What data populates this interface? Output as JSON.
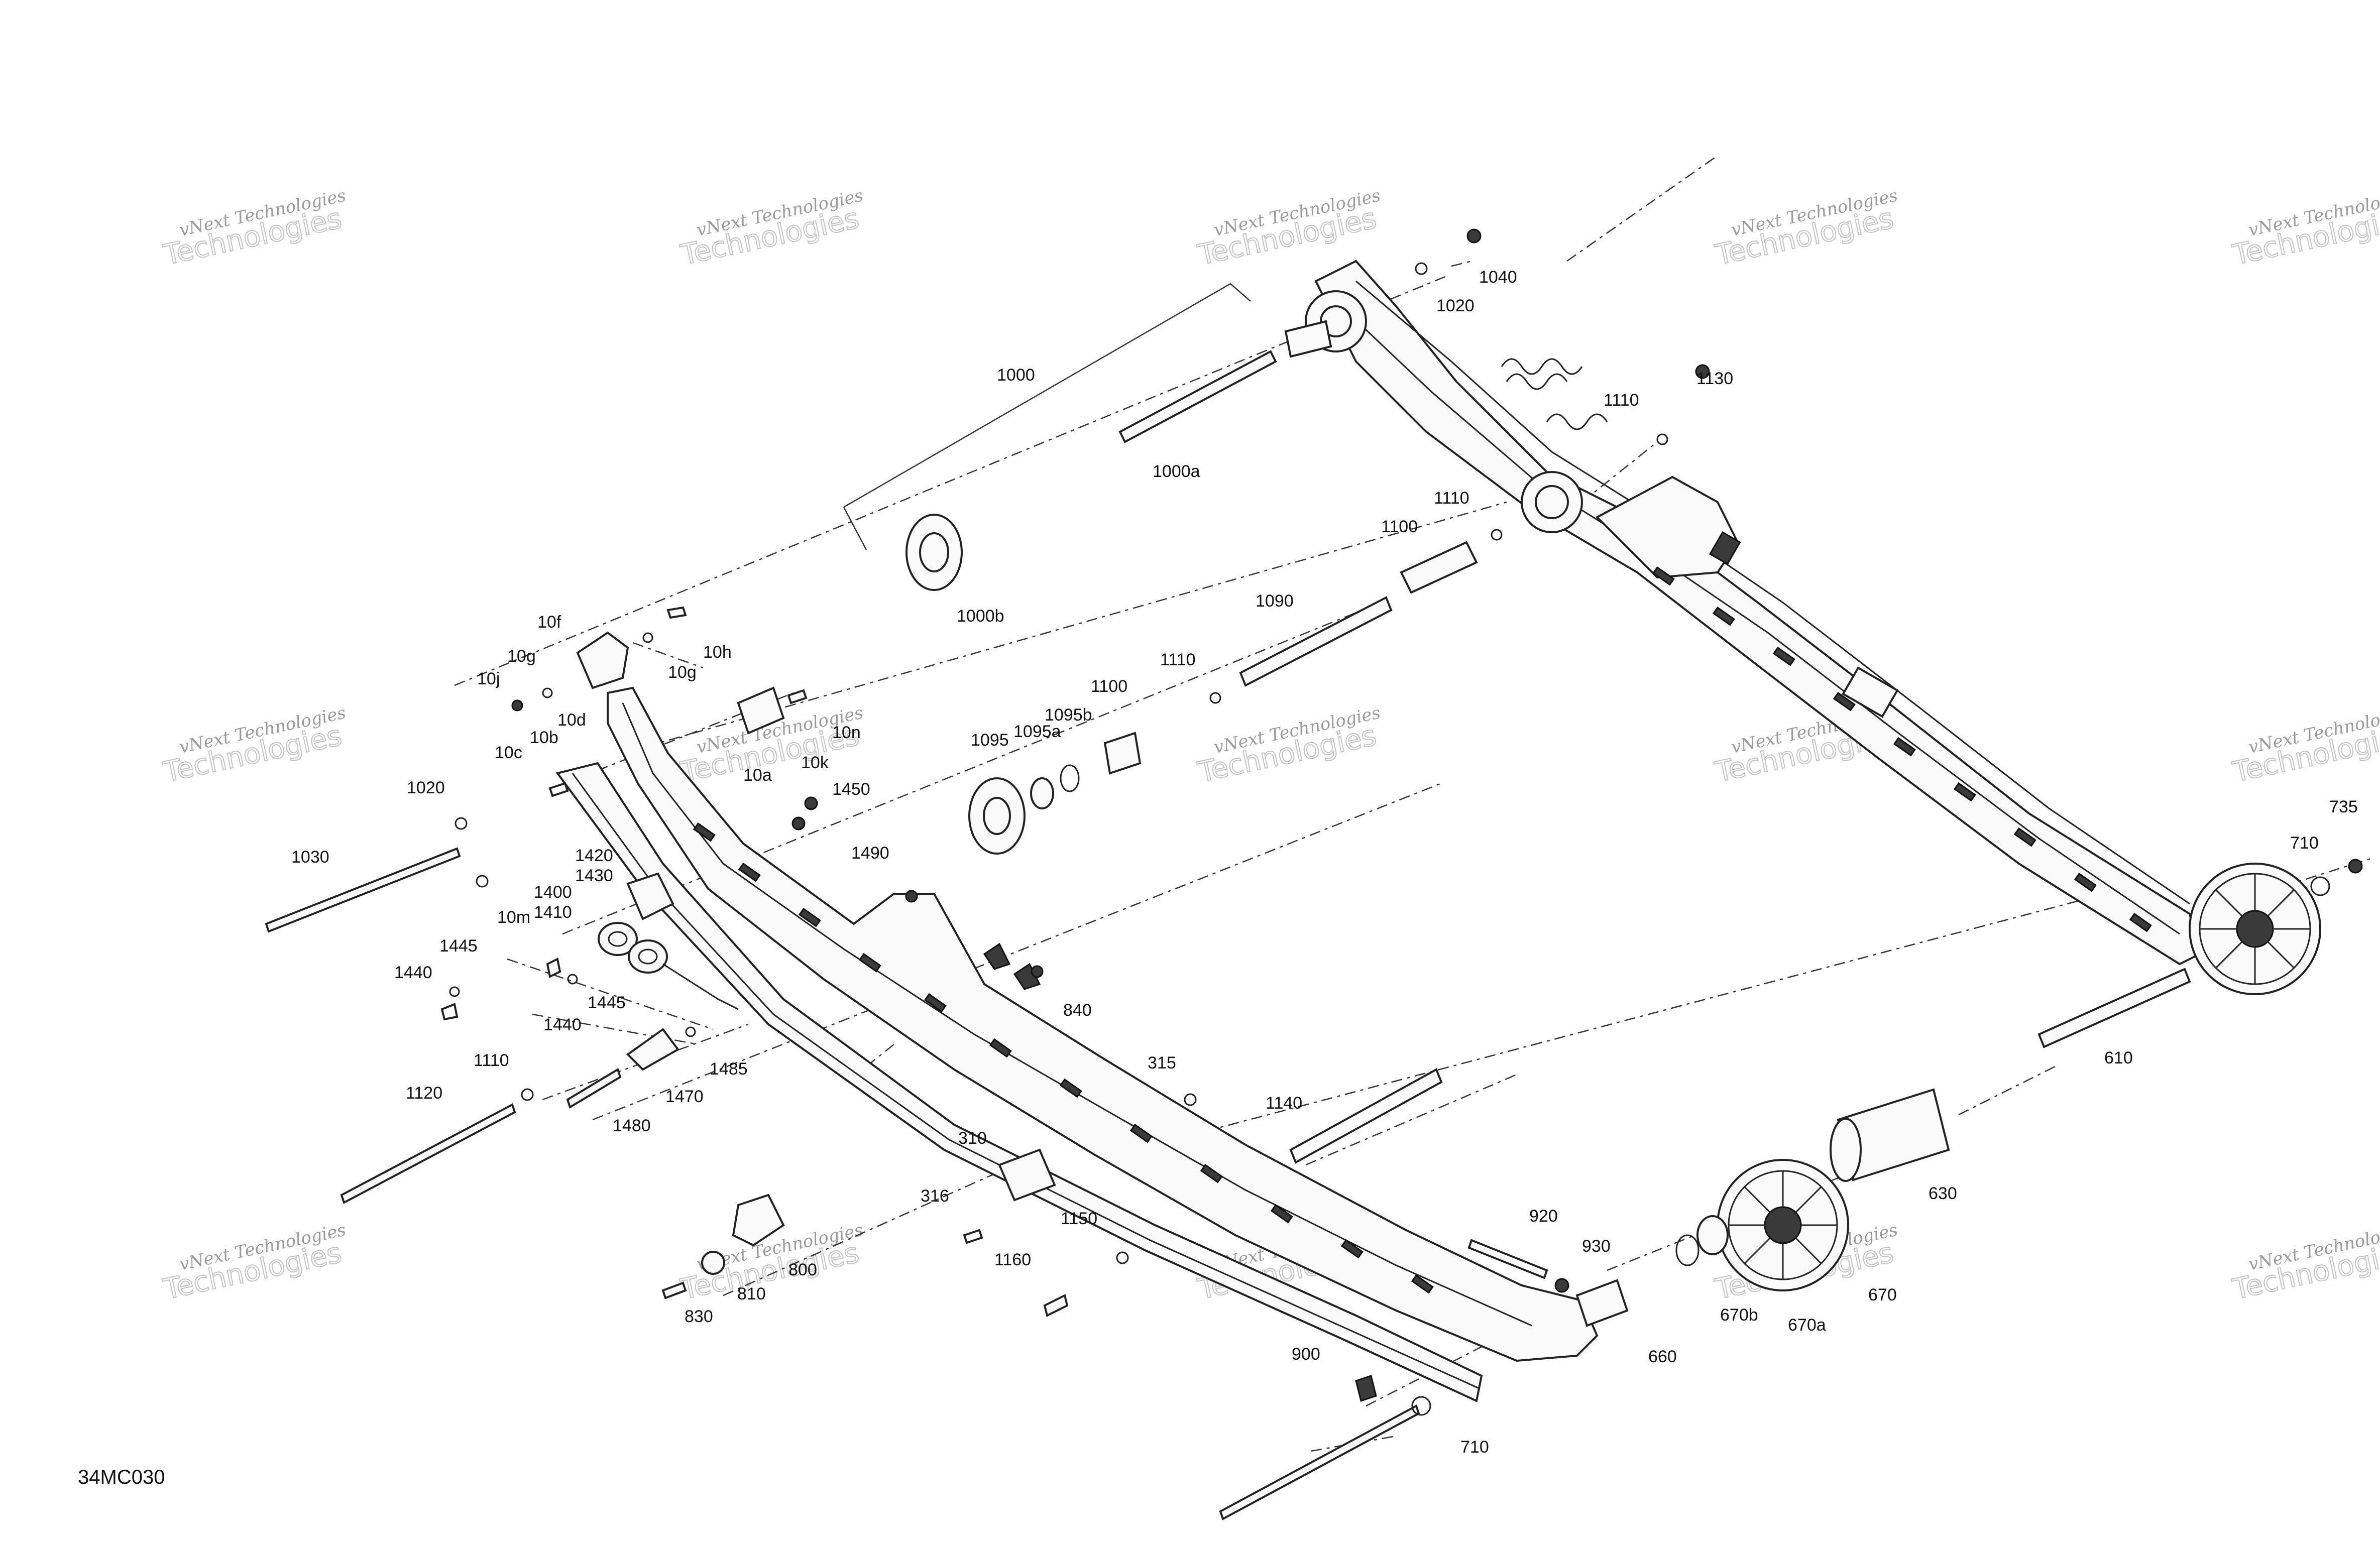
{
  "diagram": {
    "reference_code": "34MC030",
    "watermark": {
      "line1": "vNext Technologies",
      "line2": "Technologies"
    },
    "callouts": [
      {
        "id": "c1000",
        "text": "1000"
      },
      {
        "id": "c1000a",
        "text": "1000a"
      },
      {
        "id": "c1000b",
        "text": "1000b"
      },
      {
        "id": "c1040",
        "text": "1040"
      },
      {
        "id": "c1020a",
        "text": "1020"
      },
      {
        "id": "c1130",
        "text": "1130"
      },
      {
        "id": "c1110a",
        "text": "1110"
      },
      {
        "id": "c1110b",
        "text": "1110"
      },
      {
        "id": "c1100a",
        "text": "1100"
      },
      {
        "id": "c1090",
        "text": "1090"
      },
      {
        "id": "c1110c",
        "text": "1110"
      },
      {
        "id": "c1100b",
        "text": "1100"
      },
      {
        "id": "c1095b",
        "text": "1095b"
      },
      {
        "id": "c1095a",
        "text": "1095a"
      },
      {
        "id": "c1095",
        "text": "1095"
      },
      {
        "id": "c10f",
        "text": "10f"
      },
      {
        "id": "c10g1",
        "text": "10g"
      },
      {
        "id": "c10h",
        "text": "10h"
      },
      {
        "id": "c10g2",
        "text": "10g"
      },
      {
        "id": "c10j",
        "text": "10j"
      },
      {
        "id": "c10d",
        "text": "10d"
      },
      {
        "id": "c10b",
        "text": "10b"
      },
      {
        "id": "c10c",
        "text": "10c"
      },
      {
        "id": "c10n",
        "text": "10n"
      },
      {
        "id": "c10k",
        "text": "10k"
      },
      {
        "id": "c10a",
        "text": "10a"
      },
      {
        "id": "c1450",
        "text": "1450"
      },
      {
        "id": "c1020b",
        "text": "1020"
      },
      {
        "id": "c1030",
        "text": "1030"
      },
      {
        "id": "c1420",
        "text": "1420"
      },
      {
        "id": "c1430",
        "text": "1430"
      },
      {
        "id": "c1400",
        "text": "1400"
      },
      {
        "id": "c1410",
        "text": "1410"
      },
      {
        "id": "c10m",
        "text": "10m"
      },
      {
        "id": "c1490",
        "text": "1490"
      },
      {
        "id": "c1445a",
        "text": "1445"
      },
      {
        "id": "c1440a",
        "text": "1440"
      },
      {
        "id": "c1445b",
        "text": "1445"
      },
      {
        "id": "c1440b",
        "text": "1440"
      },
      {
        "id": "c1485",
        "text": "1485"
      },
      {
        "id": "c1470",
        "text": "1470"
      },
      {
        "id": "c1480",
        "text": "1480"
      },
      {
        "id": "c1110d",
        "text": "1110"
      },
      {
        "id": "c1120",
        "text": "1120"
      },
      {
        "id": "c840",
        "text": "840"
      },
      {
        "id": "c315",
        "text": "315"
      },
      {
        "id": "c310",
        "text": "310"
      },
      {
        "id": "c316",
        "text": "316"
      },
      {
        "id": "c1140",
        "text": "1140"
      },
      {
        "id": "c1150",
        "text": "1150"
      },
      {
        "id": "c1160",
        "text": "1160"
      },
      {
        "id": "c800",
        "text": "800"
      },
      {
        "id": "c810",
        "text": "810"
      },
      {
        "id": "c830",
        "text": "830"
      },
      {
        "id": "c920",
        "text": "920"
      },
      {
        "id": "c930",
        "text": "930"
      },
      {
        "id": "c660",
        "text": "660"
      },
      {
        "id": "c670b",
        "text": "670b"
      },
      {
        "id": "c670a",
        "text": "670a"
      },
      {
        "id": "c670",
        "text": "670"
      },
      {
        "id": "c630",
        "text": "630"
      },
      {
        "id": "c610",
        "text": "610"
      },
      {
        "id": "c710a",
        "text": "710"
      },
      {
        "id": "c735",
        "text": "735"
      },
      {
        "id": "c900",
        "text": "900"
      },
      {
        "id": "c710b",
        "text": "710"
      }
    ]
  }
}
